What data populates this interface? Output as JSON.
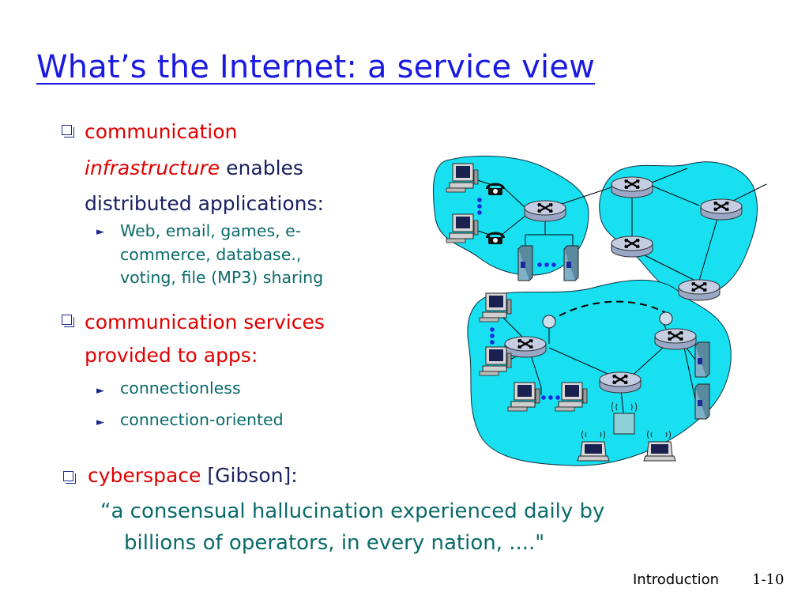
{
  "slide": {
    "title": "What’s the Internet: a service view",
    "bullets": [
      {
        "line1_red": "communication",
        "line2_red_italic": "infrastructure",
        "line2_rest": " enables",
        "line3": "distributed applications:",
        "sub": [
          {
            "lines": [
              "Web, email, games, e-",
              "commerce, database.,",
              "voting, file (MP3) sharing"
            ]
          }
        ]
      },
      {
        "line1_red": "communication services",
        "line2_red": "provided to apps:",
        "sub": [
          {
            "lines": [
              "connectionless"
            ]
          },
          {
            "lines": [
              "connection-oriented"
            ]
          }
        ]
      },
      {
        "red": "cyberspace",
        "rest": " [Gibson]:",
        "quote_line1": "“a consensual hallucination experienced daily by",
        "quote_line2": "billions of operators, in every nation, ....\""
      }
    ]
  },
  "footer": {
    "section": "Introduction",
    "page": "1-10"
  },
  "colors": {
    "title": "#1a1ae0",
    "highlight": "#e00000",
    "subtext": "#0a6a6a",
    "network_fill": "#18e0f0"
  },
  "icons": [
    "bullet-box-icon",
    "triangle-bullet-icon",
    "router-icon",
    "host-computer-icon",
    "telephone-icon",
    "server-icon",
    "laptop-icon",
    "wireless-access-point-icon"
  ]
}
